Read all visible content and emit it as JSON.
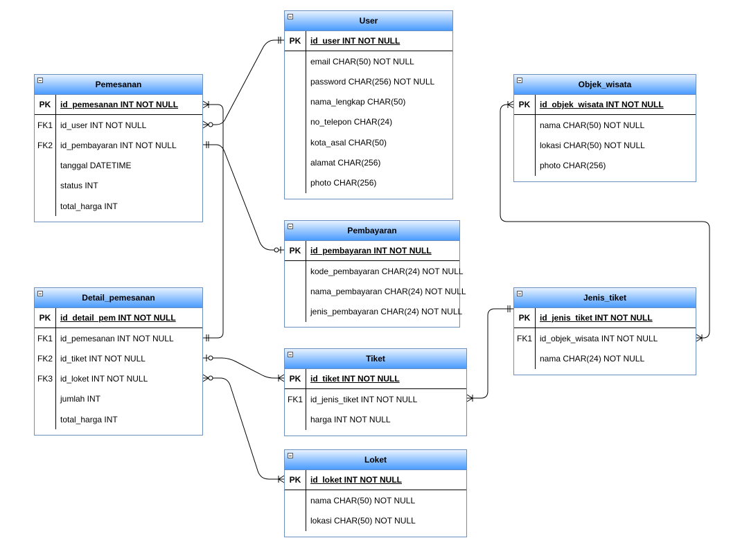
{
  "entities": {
    "user": {
      "title": "User",
      "pk": {
        "key": "PK",
        "text": "id_user INT NOT NULL"
      },
      "attrs": [
        {
          "key": "",
          "text": "email CHAR(50) NOT NULL"
        },
        {
          "key": "",
          "text": "password CHAR(256) NOT NULL"
        },
        {
          "key": "",
          "text": "nama_lengkap CHAR(50)"
        },
        {
          "key": "",
          "text": "no_telepon CHAR(24)"
        },
        {
          "key": "",
          "text": "kota_asal CHAR(50)"
        },
        {
          "key": "",
          "text": "alamat CHAR(256)"
        },
        {
          "key": "",
          "text": "photo CHAR(256)"
        }
      ]
    },
    "pemesanan": {
      "title": "Pemesanan",
      "pk": {
        "key": "PK",
        "text": "id_pemesanan INT NOT NULL"
      },
      "attrs": [
        {
          "key": "FK1",
          "text": "id_user INT NOT NULL"
        },
        {
          "key": "FK2",
          "text": "id_pembayaran INT NOT NULL"
        },
        {
          "key": "",
          "text": "tanggal DATETIME"
        },
        {
          "key": "",
          "text": "status INT"
        },
        {
          "key": "",
          "text": "total_harga INT"
        }
      ]
    },
    "objek_wisata": {
      "title": "Objek_wisata",
      "pk": {
        "key": "PK",
        "text": "id_objek_wisata INT NOT NULL"
      },
      "attrs": [
        {
          "key": "",
          "text": "nama CHAR(50) NOT NULL"
        },
        {
          "key": "",
          "text": "lokasi CHAR(50) NOT NULL"
        },
        {
          "key": "",
          "text": "photo CHAR(256)"
        }
      ]
    },
    "pembayaran": {
      "title": "Pembayaran",
      "pk": {
        "key": "PK",
        "text": "id_pembayaran INT NOT NULL"
      },
      "attrs": [
        {
          "key": "",
          "text": "kode_pembayaran CHAR(24) NOT NULL"
        },
        {
          "key": "",
          "text": "nama_pembayaran CHAR(24) NOT NULL"
        },
        {
          "key": "",
          "text": "jenis_pembayaran CHAR(24) NOT NULL"
        }
      ]
    },
    "detail_pemesanan": {
      "title": "Detail_pemesanan",
      "pk": {
        "key": "PK",
        "text": "id_detail_pem INT NOT NULL"
      },
      "attrs": [
        {
          "key": "FK1",
          "text": "id_pemesanan INT NOT NULL"
        },
        {
          "key": "FK2",
          "text": "id_tiket INT NOT NULL"
        },
        {
          "key": "FK3",
          "text": "id_loket INT NOT NULL"
        },
        {
          "key": "",
          "text": "jumlah INT"
        },
        {
          "key": "",
          "text": "total_harga INT"
        }
      ]
    },
    "jenis_tiket": {
      "title": "Jenis_tiket",
      "pk": {
        "key": "PK",
        "text": "id_jenis_tiket INT NOT NULL"
      },
      "attrs": [
        {
          "key": "FK1",
          "text": "id_objek_wisata INT NOT NULL"
        },
        {
          "key": "",
          "text": "nama CHAR(24) NOT NULL"
        }
      ]
    },
    "tiket": {
      "title": "Tiket",
      "pk": {
        "key": "PK",
        "text": "id_tiket INT NOT NULL"
      },
      "attrs": [
        {
          "key": "FK1",
          "text": "id_jenis_tiket INT NOT NULL"
        },
        {
          "key": "",
          "text": "harga INT NOT NULL"
        }
      ]
    },
    "loket": {
      "title": "Loket",
      "pk": {
        "key": "PK",
        "text": "id_loket INT NOT NULL"
      },
      "attrs": [
        {
          "key": "",
          "text": "nama CHAR(50) NOT NULL"
        },
        {
          "key": "",
          "text": "lokasi CHAR(50) NOT NULL"
        }
      ]
    }
  },
  "relationships": [
    {
      "from": "pemesanan.id_user",
      "to": "user.id_user",
      "from_end": "zero-or-many",
      "to_end": "exactly-one"
    },
    {
      "from": "pemesanan.id_pembayaran",
      "to": "pembayaran.id_pembayaran",
      "from_end": "exactly-one",
      "to_end": "zero-or-one"
    },
    {
      "from": "detail_pemesanan.id_pemesanan",
      "to": "pemesanan.id_pemesanan",
      "from_end": "exactly-one",
      "to_end": "one-or-many"
    },
    {
      "from": "detail_pemesanan.id_tiket",
      "to": "tiket.id_tiket",
      "from_end": "zero-or-one",
      "to_end": "one-or-many"
    },
    {
      "from": "detail_pemesanan.id_loket",
      "to": "loket.id_loket",
      "from_end": "zero-or-many",
      "to_end": "one-or-many"
    },
    {
      "from": "tiket.id_jenis_tiket",
      "to": "jenis_tiket.id_jenis_tiket",
      "from_end": "one-or-many",
      "to_end": "exactly-one"
    },
    {
      "from": "jenis_tiket.id_objek_wisata",
      "to": "objek_wisata.id_objek_wisata",
      "from_end": "one-or-many",
      "to_end": "one-or-many"
    }
  ],
  "colors": {
    "border": "#6c8ebf",
    "header_top": "#e8f2ff",
    "header_bottom": "#4a9bff",
    "line": "#000000"
  }
}
